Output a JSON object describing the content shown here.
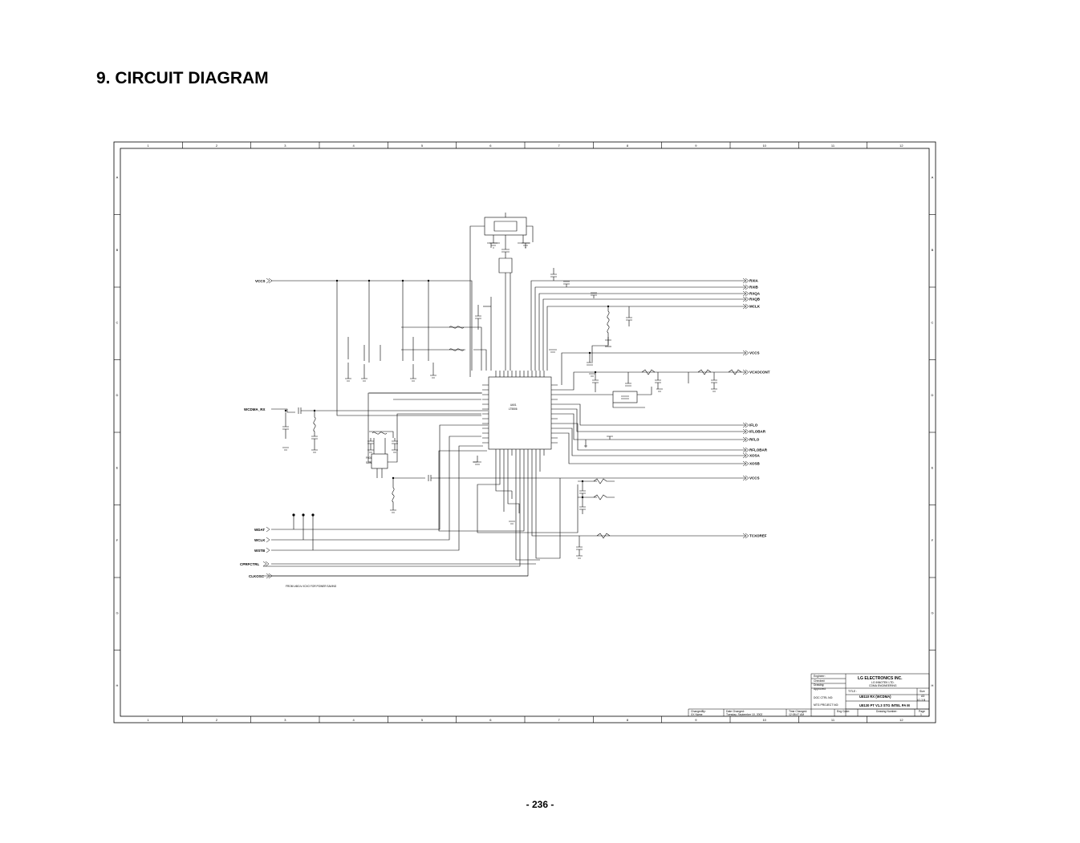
{
  "page": {
    "title": "9. CIRCUIT DIAGRAM",
    "number": "- 236 -"
  },
  "grid": {
    "columns": [
      "1",
      "2",
      "3",
      "4",
      "5",
      "6",
      "7",
      "8",
      "9",
      "10",
      "11",
      "12"
    ],
    "rows": [
      "A",
      "B",
      "C",
      "D",
      "E",
      "F",
      "G",
      "H"
    ]
  },
  "nets_left": [
    {
      "id": "vcc",
      "label": "VCCS"
    },
    {
      "id": "wcdma",
      "label": "WCDMA_RX"
    },
    {
      "id": "wdat",
      "label": "WDAT"
    },
    {
      "id": "wclk",
      "label": "WCLK"
    },
    {
      "id": "wstb",
      "label": "WSTB"
    },
    {
      "id": "rfctl",
      "label": "CPRFCTRL"
    },
    {
      "id": "clkosc",
      "label": "CLKOSC"
    }
  ],
  "nets_right": [
    {
      "id": "r1",
      "label": "RXIA"
    },
    {
      "id": "r2",
      "label": "RXIB"
    },
    {
      "id": "r3",
      "label": "RXQA"
    },
    {
      "id": "r4",
      "label": "RXQB"
    },
    {
      "id": "r5",
      "label": "MCLK"
    },
    {
      "id": "r6",
      "label": "VCCS"
    },
    {
      "id": "r7",
      "label": "VCXOCONT"
    },
    {
      "id": "r8",
      "label": "IFLO"
    },
    {
      "id": "r9",
      "label": "IFLOBAR"
    },
    {
      "id": "r10",
      "label": "RFLO"
    },
    {
      "id": "r11",
      "label": "RFLOBAR"
    },
    {
      "id": "r12",
      "label": "XOSA"
    },
    {
      "id": "r13",
      "label": "XOSB"
    },
    {
      "id": "r14",
      "label": "VCCS"
    },
    {
      "id": "r15",
      "label": "TCXOREF"
    }
  ],
  "ic": {
    "ref": "U601",
    "part": "LT5506"
  },
  "filter": {
    "ref": "F601",
    "part": "SAW"
  },
  "notes": {
    "osc_source": "FROM U601's VCXO FOR POWER SAVING"
  },
  "title_block": {
    "company": "LG ELECTRONICS INC.",
    "division": "LG INNOTEK LTD.",
    "address": "CDMA ENGINEERING",
    "title_label": "TITLE :",
    "title_line1": "U8110 RX (WCDMA)",
    "title_line2": "U8130 PT V1.3 STG INTEL PA M",
    "size_label": "Size",
    "size_value": "A3",
    "rev_value": "V1.3 B",
    "doc_label": "DOC CTRL NO:",
    "proj_label": "MTG PROJECT NO:",
    "ref_label": "Eng Code:",
    "date_label": "Date Changed:",
    "date_value": "Tuesday, September 10, 2002",
    "time_label": "Time Changed:",
    "time_value": "12:08:47 AM",
    "change_label": "ChangedBy:",
    "change_value": "XX Name",
    "drawn_label": "Drawing Number:",
    "page_label": "Page",
    "page_value": "1",
    "engineer_label": "Engineer:",
    "checked_label": "Checked:",
    "drawn_by_label": "Drawing:",
    "approved_label": "Approved:"
  },
  "colors": {
    "ink": "#000000",
    "paper": "#ffffff"
  }
}
